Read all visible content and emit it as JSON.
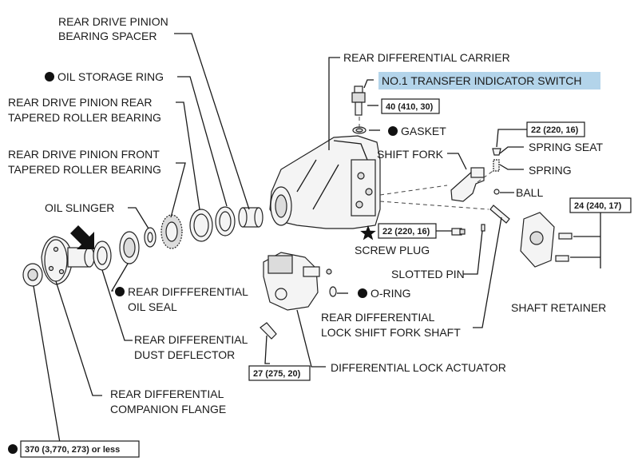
{
  "labels": {
    "rear_drive_pinion_bearing_spacer": [
      "REAR DRIVE PINION",
      "BEARING SPACER"
    ],
    "oil_storage_ring": "OIL STORAGE RING",
    "rear_drive_pinion_rear_bearing": [
      "REAR DRIVE PINION REAR",
      "TAPERED ROLLER BEARING"
    ],
    "rear_drive_pinion_front_bearing": [
      "REAR DRIVE PINION FRONT",
      "TAPERED ROLLER BEARING"
    ],
    "oil_slinger": "OIL SLINGER",
    "rear_differential_oil_seal": [
      "REAR DIFFFERENTIAL",
      "OIL SEAL"
    ],
    "rear_differential_dust_deflector": [
      "REAR DIFFERENTIAL",
      "DUST DEFLECTOR"
    ],
    "rear_differential_companion_flange": [
      "REAR DIFFERENTIAL",
      "COMPANION FLANGE"
    ],
    "rear_differential_carrier": "REAR DIFFERENTIAL CARRIER",
    "transfer_indicator_switch": "NO.1 TRANSFER INDICATOR SWITCH",
    "gasket": "GASKET",
    "shift_fork": "SHIFT FORK",
    "spring_seat": "SPRING SEAT",
    "spring": "SPRING",
    "ball": "BALL",
    "screw_plug": "SCREW PLUG",
    "slotted_pin": "SLOTTED PIN",
    "o_ring": "O-RING",
    "shift_fork_shaft": [
      "REAR DIFFERENTIAL",
      "LOCK SHIFT FORK SHAFT"
    ],
    "shaft_retainer": "SHAFT RETAINER",
    "differential_lock_actuator": "DIFFERENTIAL LOCK ACTUATOR"
  },
  "torques": {
    "switch": "40 (410, 30)",
    "spring_seat": "22 (220, 16)",
    "screw_plug": "22 (220, 16)",
    "shaft_retainer": "24 (240, 17)",
    "actuator": "27 (275, 20)",
    "companion_nut": "370 (3,770, 273) or less"
  },
  "colors": {
    "highlight": "#b3d4ea",
    "line": "#1a1a1a"
  },
  "icons": {
    "non_reusable_part": "filled-circle",
    "precoated_part": "star",
    "installation_direction": "arrow"
  }
}
